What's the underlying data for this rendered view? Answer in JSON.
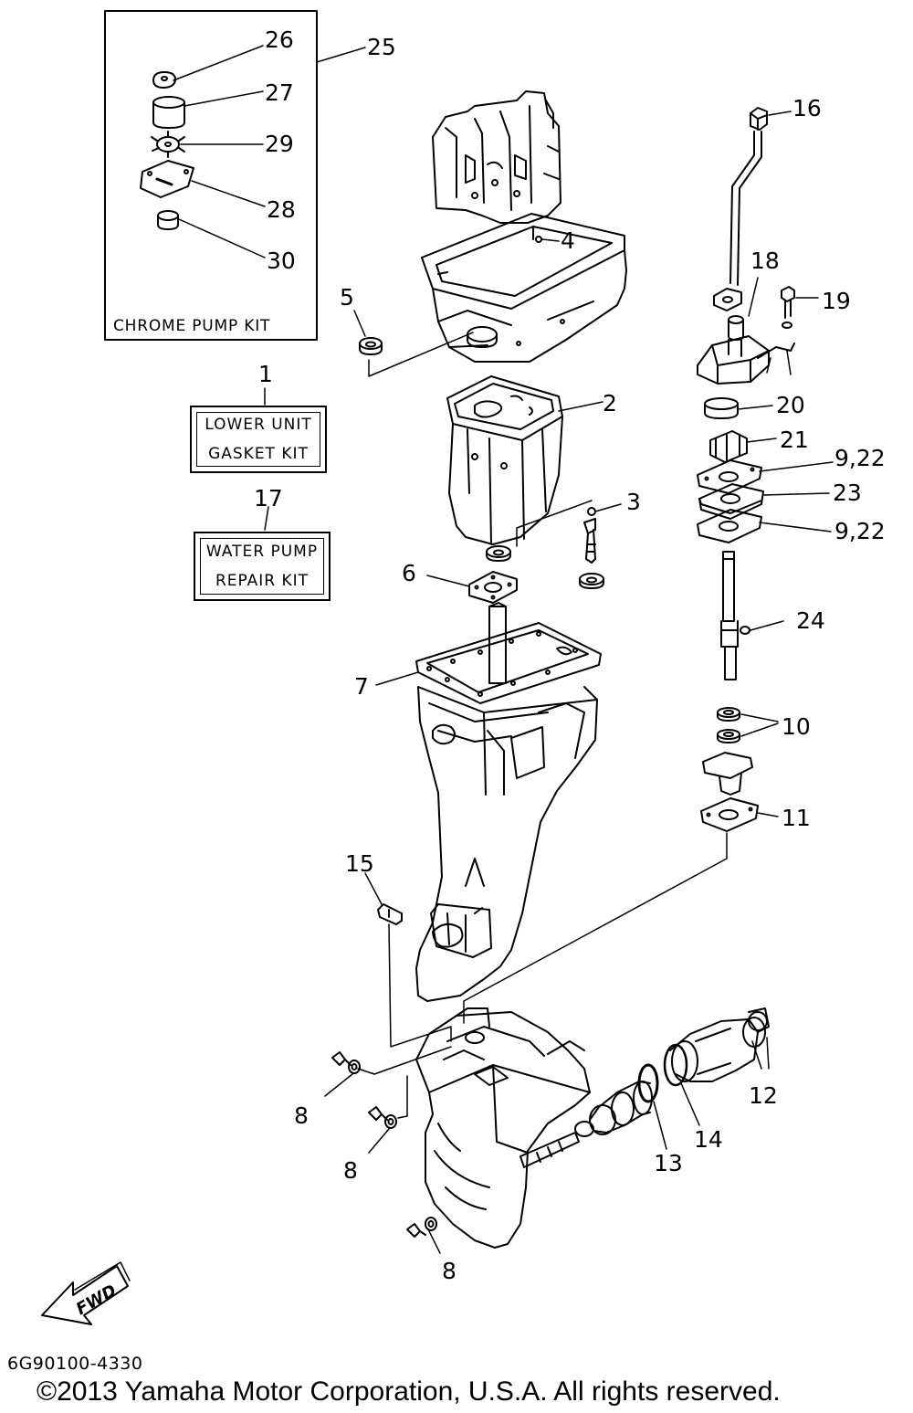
{
  "kits": {
    "chrome_pump_kit": "CHROME PUMP KIT",
    "lower_unit_gasket_kit": {
      "line1": "LOWER UNIT",
      "line2": "GASKET KIT"
    },
    "water_pump_repair_kit": {
      "line1": "WATER PUMP",
      "line2": "REPAIR KIT"
    }
  },
  "callouts": {
    "c1": "1",
    "c2": "2",
    "c3": "3",
    "c4": "4",
    "c5": "5",
    "c6": "6",
    "c7": "7",
    "c8a": "8",
    "c8b": "8",
    "c8c": "8",
    "c9_22a": "9,22",
    "c9_22b": "9,22",
    "c10": "10",
    "c11": "11",
    "c12": "12",
    "c13": "13",
    "c14": "14",
    "c15": "15",
    "c16": "16",
    "c17": "17",
    "c18": "18",
    "c19": "19",
    "c20": "20",
    "c21": "21",
    "c23": "23",
    "c24": "24",
    "c25": "25",
    "c26": "26",
    "c27": "27",
    "c28": "28",
    "c29": "29",
    "c30": "30"
  },
  "fwd_label": "FWD",
  "footer": {
    "code": "6G90100-4330",
    "copyright": "©2013 Yamaha Motor Corporation, U.S.A. All rights reserved."
  }
}
